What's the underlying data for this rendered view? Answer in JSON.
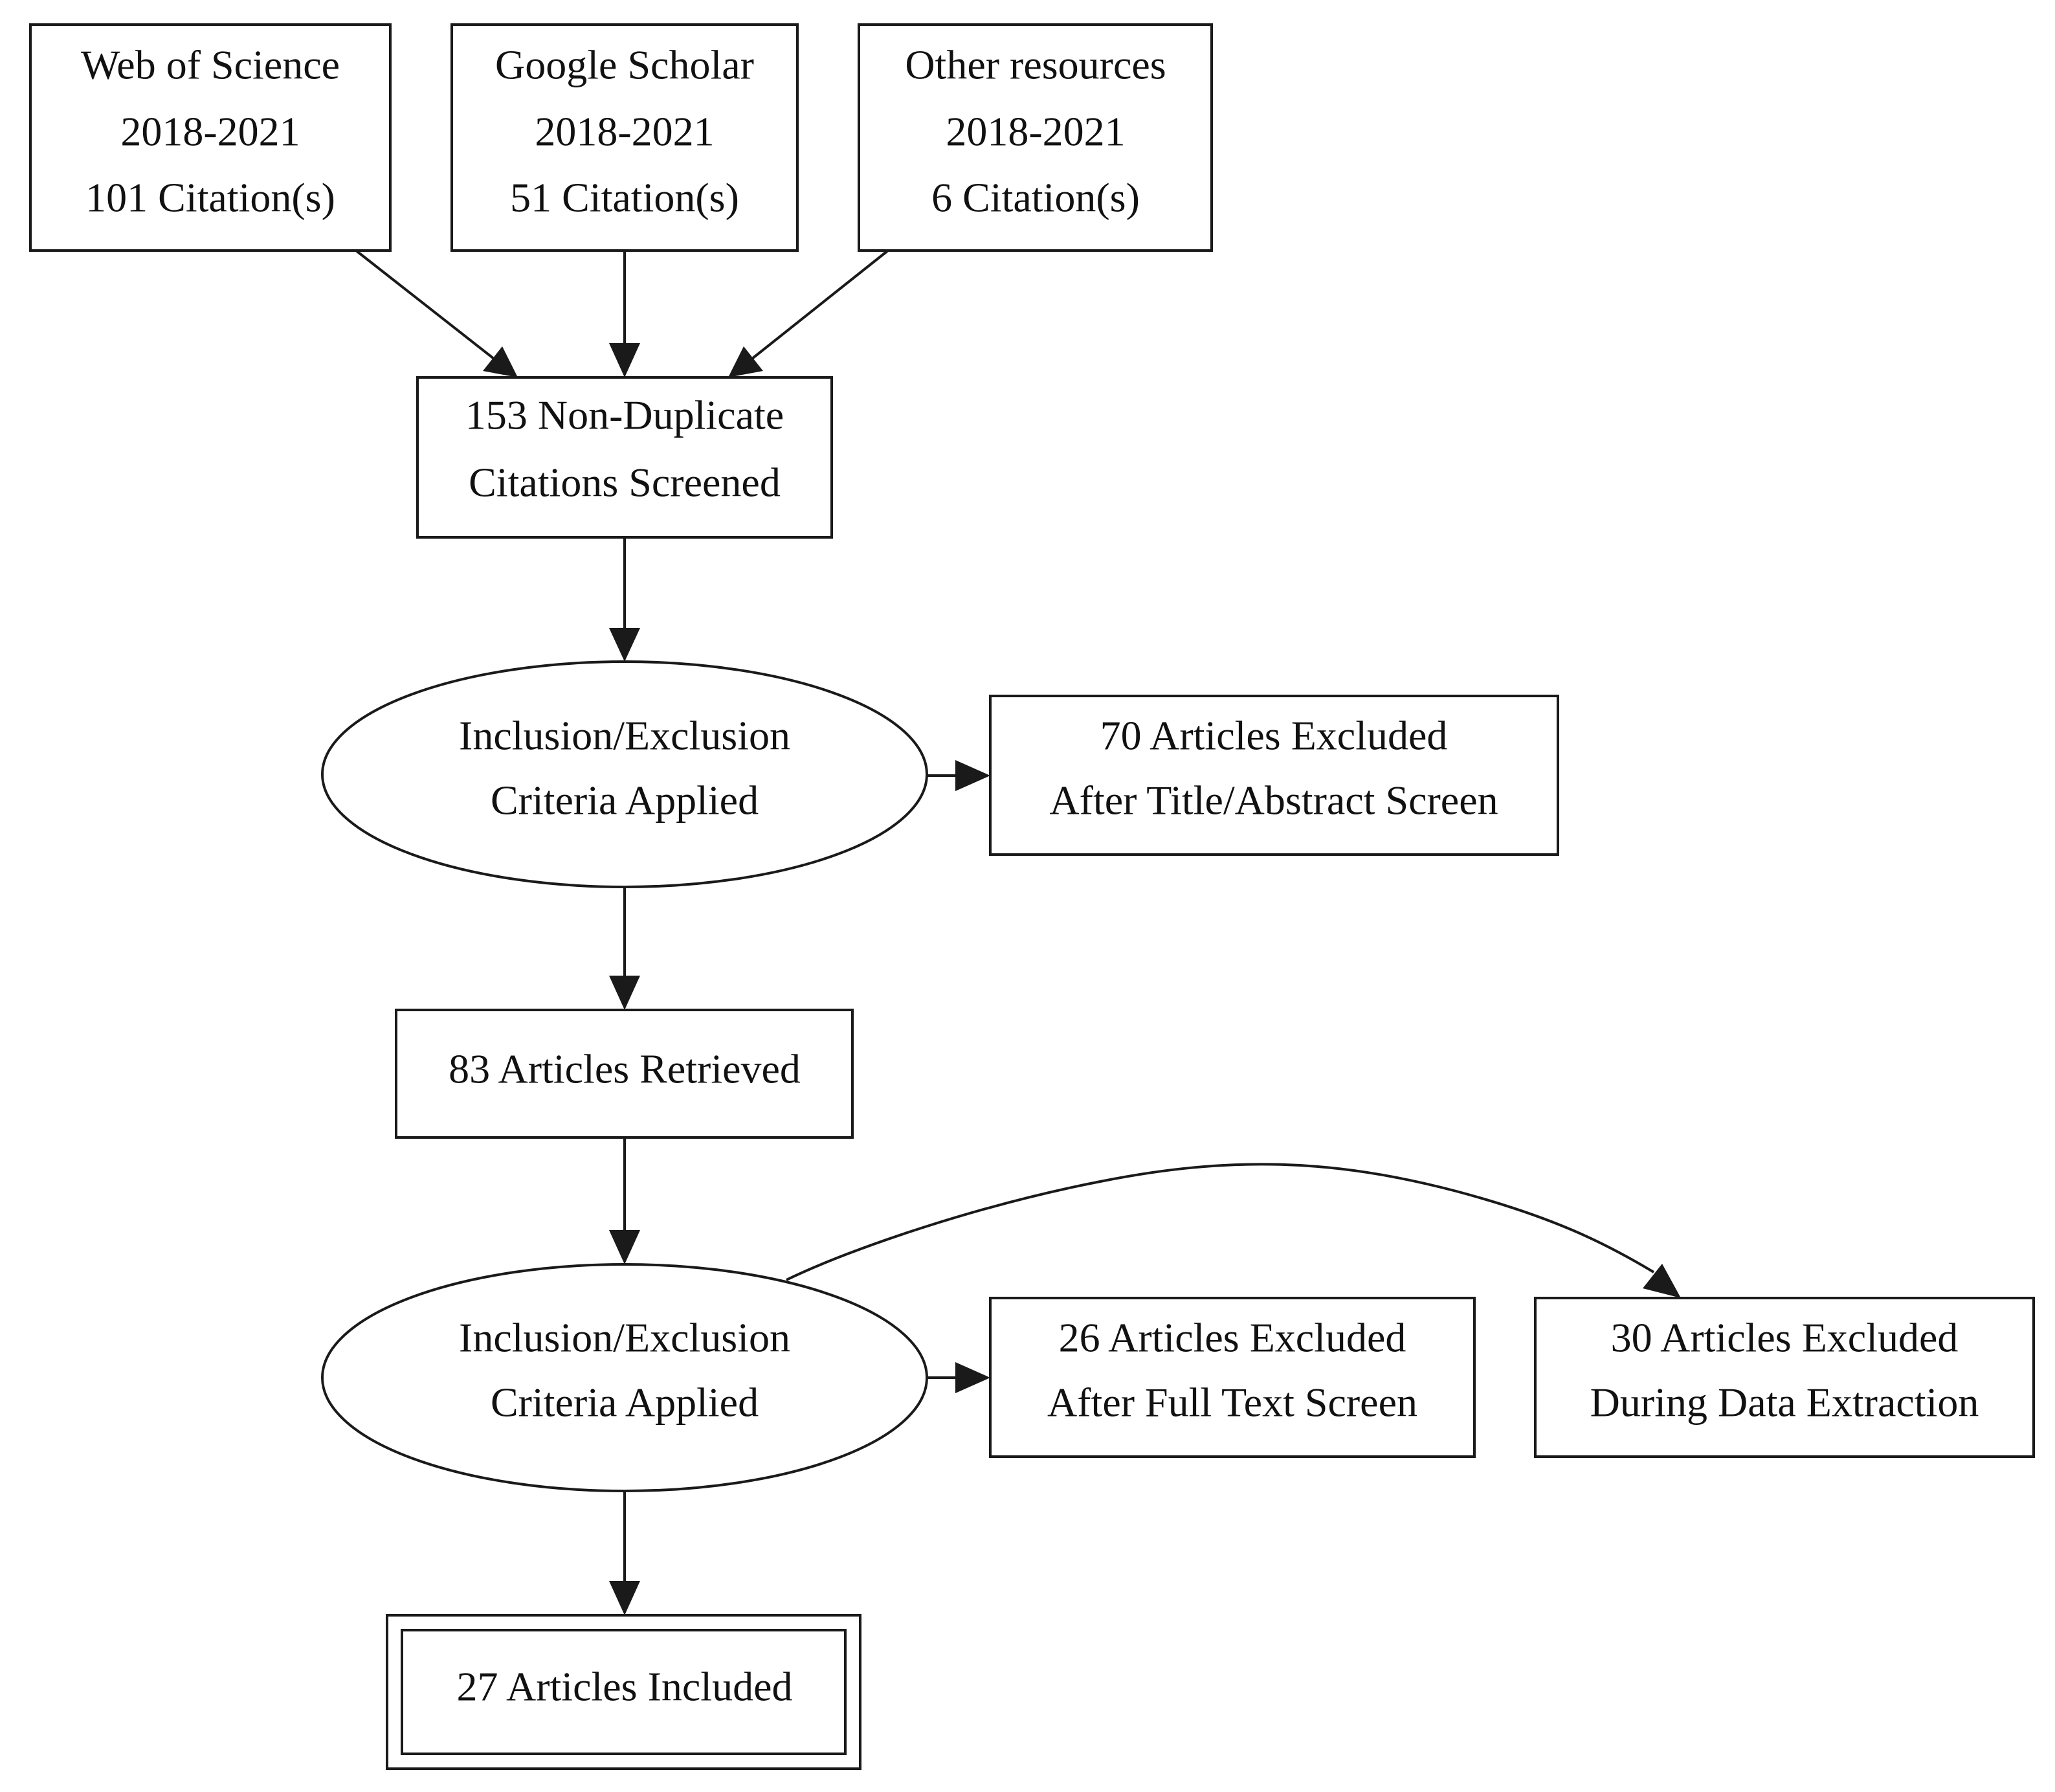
{
  "nodes": {
    "wos": {
      "lines": [
        "Web of Science",
        "2018-2021",
        "101 Citation(s)"
      ]
    },
    "gs": {
      "lines": [
        "Google Scholar",
        "2018-2021",
        "51 Citation(s)"
      ]
    },
    "other": {
      "lines": [
        "Other resources",
        "2018-2021",
        "6 Citation(s)"
      ]
    },
    "screened": {
      "lines": [
        "153 Non-Duplicate",
        "Citations Screened"
      ]
    },
    "criteria1": {
      "lines": [
        "Inclusion/Exclusion",
        "Criteria Applied"
      ]
    },
    "excluded_title": {
      "lines": [
        "70 Articles Excluded",
        "After Title/Abstract Screen"
      ]
    },
    "retrieved": {
      "lines": [
        "83 Articles Retrieved"
      ]
    },
    "criteria2": {
      "lines": [
        "Inclusion/Exclusion",
        "Criteria Applied"
      ]
    },
    "excluded_fulltext": {
      "lines": [
        "26 Articles Excluded",
        "After Full Text Screen"
      ]
    },
    "excluded_extraction": {
      "lines": [
        "30 Articles Excluded",
        "During Data Extraction"
      ]
    },
    "included": {
      "lines": [
        "27 Articles Included"
      ]
    }
  },
  "edges": [
    {
      "from": "wos",
      "to": "screened"
    },
    {
      "from": "gs",
      "to": "screened"
    },
    {
      "from": "other",
      "to": "screened"
    },
    {
      "from": "screened",
      "to": "criteria1"
    },
    {
      "from": "criteria1",
      "to": "excluded_title"
    },
    {
      "from": "criteria1",
      "to": "retrieved"
    },
    {
      "from": "retrieved",
      "to": "criteria2"
    },
    {
      "from": "criteria2",
      "to": "excluded_fulltext"
    },
    {
      "from": "criteria2",
      "to": "excluded_extraction"
    },
    {
      "from": "criteria2",
      "to": "included"
    }
  ]
}
